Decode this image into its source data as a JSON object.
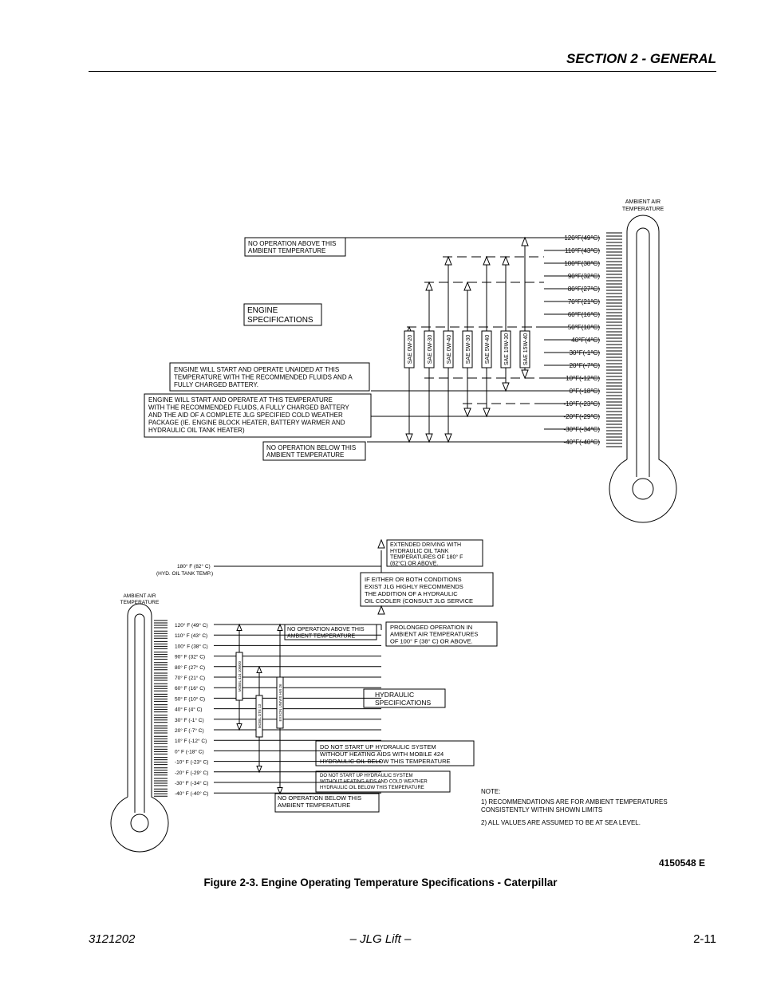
{
  "header": {
    "section": "SECTION 2 - GENERAL"
  },
  "engine": {
    "thermo_label": [
      "AMBIENT AIR",
      "TEMPERATURE"
    ],
    "temps": [
      "120°F(49°C)",
      "110°F(43°C)",
      "100°F(38°C)",
      "90°F(32°C)",
      "80°F(27°C)",
      "70°F(21°C)",
      "60°F(16°C)",
      "50°F(10°C)",
      "40°F(4°C)",
      "30°F(-1°C)",
      "20°F(-7°C)",
      "10°F(-12°C)",
      "0°F(-18°C)",
      "-10°F(-23°C)",
      "-20°F(-29°C)",
      "-30°F(-34°C)",
      "-40°F(-40°C)"
    ],
    "no_op_above": [
      "NO OPERATION ABOVE THIS",
      "AMBIENT TEMPERATURE"
    ],
    "spec_title": [
      "ENGINE",
      "SPECIFICATIONS"
    ],
    "unaided": [
      "ENGINE WILL START AND OPERATE UNAIDED AT THIS",
      "TEMPERATURE WITH THE RECOMMENDED FLUIDS AND A",
      "FULLY CHARGED BATTERY."
    ],
    "cold_weather": [
      "ENGINE WILL START AND OPERATE AT THIS TEMPERATURE",
      "WITH THE RECOMMENDED FLUIDS, A FULLY CHARGED BATTERY",
      "AND THE AID OF A COMPLETE JLG SPECIFIED COLD WEATHER",
      "PACKAGE (IE. ENGINE BLOCK HEATER, BATTERY WARMER AND",
      "HYDRAULIC OIL TANK HEATER)"
    ],
    "no_op_below": [
      "NO OPERATION BELOW THIS",
      "AMBIENT TEMPERATURE"
    ],
    "oils": [
      "SAE 0W-20",
      "SAE 0W-30",
      "SAE 0W-40",
      "SAE 5W-30",
      "SAE 5W-40",
      "SAE 10W-30",
      "SAE 15W-40"
    ]
  },
  "hydraulic": {
    "thermo_label": [
      "AMBIENT AIR",
      "TEMPERATURE"
    ],
    "temps": [
      "120° F (49° C)",
      "110° F (43° C)",
      "100° F (38° C)",
      "90° F (32° C)",
      "80° F (27° C)",
      "70° F (21° C)",
      "60° F (16° C)",
      "50° F (10° C)",
      "40° F (4° C)",
      "30° F (-1° C)",
      "20° F (-7° C)",
      "10° F (-12° C)",
      "0° F (-18° C)",
      "-10° F (-23° C)",
      "-20° F (-29° C)",
      "-30° F (-34° C)",
      "-40° F (-40° C)"
    ],
    "tank_temp": [
      "180° F (82° C)",
      "(HYD. OIL TANK TEMP.)"
    ],
    "extended": [
      "EXTENDED DRIVING WITH",
      "HYDRAULIC OIL TANK",
      "TEMPERATURES OF 180° F",
      "(82°C) OR ABOVE."
    ],
    "cooler": [
      "IF EITHER OR BOTH CONDITIONS",
      "EXIST JLG HIGHLY RECOMMENDS",
      "THE ADDITION OF A HYDRAULIC",
      "OIL COOLER (CONSULT JLG SERVICE"
    ],
    "no_op_above": [
      "NO OPERATION ABOVE THIS",
      "AMBIENT TEMPERATURE"
    ],
    "prolonged": [
      "PROLONGED OPERATION IN",
      "AMBIENT AIR TEMPERATURES",
      "OF 100° F (38° C) OR ABOVE."
    ],
    "spec_title": [
      "HYDRAULIC",
      "SPECIFICATIONS"
    ],
    "mobil424": [
      "DO NOT START UP HYDRAULIC SYSTEM",
      "WITHOUT HEATING AIDS WITH MOBILE 424",
      "HYDRAULIC OIL BELOW THIS TEMPERATURE"
    ],
    "second_oil": [
      "DO NOT START UP HYDRAULIC SYSTEM",
      "WITHOUT HEATING AIDS AND COLD WEATHER",
      "HYDRAULIC OIL BELOW THIS TEMPERATURE"
    ],
    "no_op_below": [
      "NO OPERATION BELOW THIS",
      "AMBIENT TEMPERATURE"
    ],
    "oils": [
      "MOBIL 424 10W30",
      "MOBIL DTE 13",
      "EXXON UNIVIS HVI 26"
    ]
  },
  "notes": [
    "NOTE:",
    "1) RECOMMENDATIONS ARE FOR AMBIENT TEMPERATURES",
    "    CONSISTENTLY WITHIN  SHOWN LIMITS",
    "2) ALL VALUES ARE ASSUMED TO BE AT SEA LEVEL."
  ],
  "figure": {
    "number": "4150548 E",
    "caption": "Figure 2-3.  Engine Operating Temperature Specifications - Caterpillar"
  },
  "footer": {
    "left": "3121202",
    "center": "– JLG Lift –",
    "right": "2-11"
  }
}
